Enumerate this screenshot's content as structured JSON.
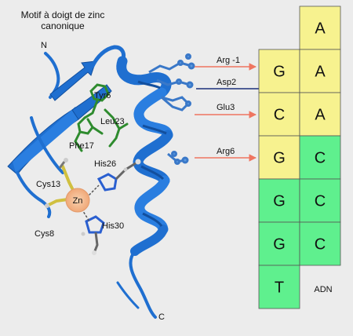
{
  "title": {
    "line1": "Motif à doigt de zinc",
    "line2": "canonique"
  },
  "terminals": {
    "n": "N",
    "c": "C"
  },
  "residues": {
    "tyr6": "Tyr6",
    "leu23": "Leu23",
    "phe17": "Phe17",
    "his26": "His26",
    "cys13": "Cys13",
    "zn": "Zn",
    "cys8": "Cys8",
    "his30": "His30"
  },
  "contacts": [
    {
      "label": "Arg -1"
    },
    {
      "label": "Asp2"
    },
    {
      "label": "Glu3"
    },
    {
      "label": "Arg6"
    }
  ],
  "dna": {
    "label": "ADN",
    "left_strand": [
      "G",
      "C",
      "G",
      "G",
      "G",
      "T"
    ],
    "right_strand": [
      "A",
      "A",
      "A",
      "C",
      "C",
      "C"
    ]
  },
  "colors": {
    "ribbon": "#1f6fd0",
    "ribbon_dark": "#124f9e",
    "hydrophobic": "#2e8b2e",
    "zinc": "#f4b98a",
    "arrow_red": "#ef7560",
    "arrow_navy": "#1b2f7a",
    "base_yellow": "#f7f28f",
    "base_green": "#5ff08e"
  }
}
